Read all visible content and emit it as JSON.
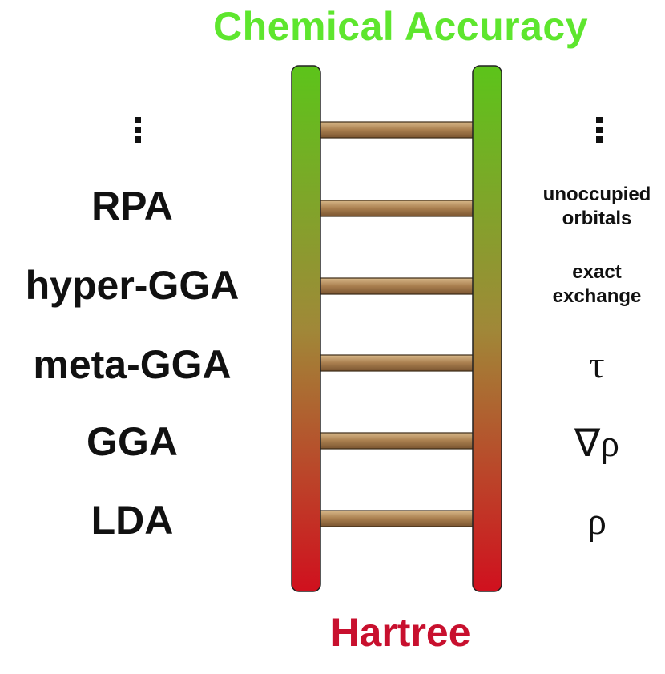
{
  "title_top": "Chemical Accuracy",
  "title_bottom": "Hartree",
  "colors": {
    "top": "#5ee62e",
    "bottom": "#c8102e",
    "rung": "#b08a5a"
  },
  "rungs_left": [
    {
      "label": "RPA"
    },
    {
      "label": "hyper-GGA"
    },
    {
      "label": "meta-GGA"
    },
    {
      "label": "GGA"
    },
    {
      "label": "LDA"
    }
  ],
  "rungs_right": {
    "rpa_line1": "unoccupied",
    "rpa_line2": "orbitals",
    "hyper_line1": "exact",
    "hyper_line2": "exchange",
    "meta": "τ",
    "gga": "∇ρ",
    "lda": "ρ"
  },
  "ellipsis_icon": "vertical-ellipsis"
}
